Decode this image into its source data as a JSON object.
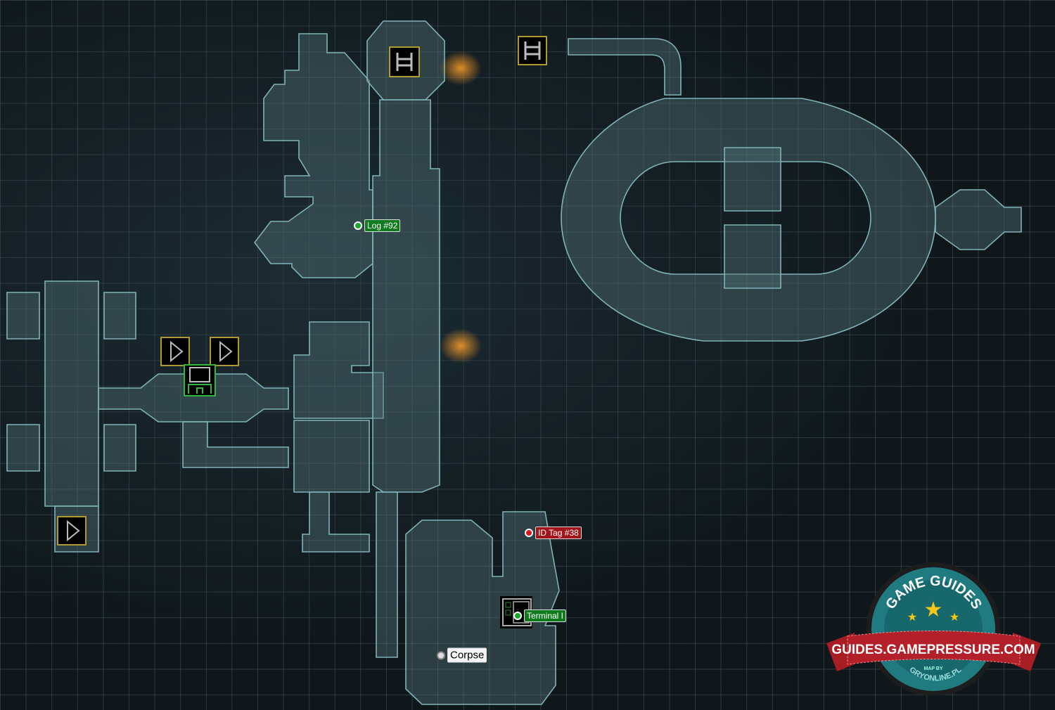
{
  "map": {
    "background": "#0f171b",
    "room_stroke": "#7fb3b8"
  },
  "markers": [
    {
      "label": "Log #92",
      "type": "collectible",
      "color": "#18a82a"
    },
    {
      "label": "ID Tag #38",
      "type": "collectible",
      "color": "#d8161c"
    },
    {
      "label": "Terminal I",
      "type": "terminal",
      "color": "#18a82a"
    },
    {
      "label": "Corpse",
      "type": "point",
      "color": "#dddddd"
    }
  ],
  "icons": [
    "ladder-icon",
    "ladder-icon",
    "door-arrow-icon",
    "door-arrow-icon",
    "door-arrow-icon",
    "save-station-icon",
    "terminal-icon"
  ],
  "logo": {
    "top": "GAME GUIDES",
    "banner": "GUIDES.GAMEPRESSURE.COM",
    "small": "MAP BY",
    "bottom": "GRYONLINE.PL"
  }
}
